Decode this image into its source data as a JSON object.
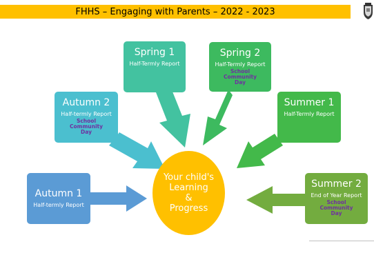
{
  "header": {
    "title": "FHHS – Engaging with Parents – 2022 - 2023"
  },
  "colors": {
    "header": "#ffc000",
    "autumn1": "#5b9bd5",
    "autumn2": "#4bbfcf",
    "spring1": "#43c2a0",
    "spring2": "#3dba5f",
    "summer1": "#43b94a",
    "summer2": "#73ac3f",
    "centre": "#ffc000",
    "event_text": "#6f30a0"
  },
  "centre": {
    "lines": [
      "Your child's",
      "Learning",
      "&",
      "Progress"
    ]
  },
  "terms": {
    "autumn1": {
      "title": "Autumn 1",
      "report": "Half-termly Report",
      "event": ""
    },
    "autumn2": {
      "title": "Autumn 2",
      "report": "Half-termly Report",
      "event": "School Community Day"
    },
    "spring1": {
      "title": "Spring 1",
      "report": "Half-Termly Report",
      "event": ""
    },
    "spring2": {
      "title": "Spring 2",
      "report": "Half-Termly Report",
      "event": "School Community Day"
    },
    "summer1": {
      "title": "Summer 1",
      "report": "Half-Termly Report",
      "event": ""
    },
    "summer2": {
      "title": "Summer 2",
      "report": "End of Year Report",
      "event": "School Community Day"
    }
  },
  "icons": {
    "crest": "school-crest-icon"
  }
}
